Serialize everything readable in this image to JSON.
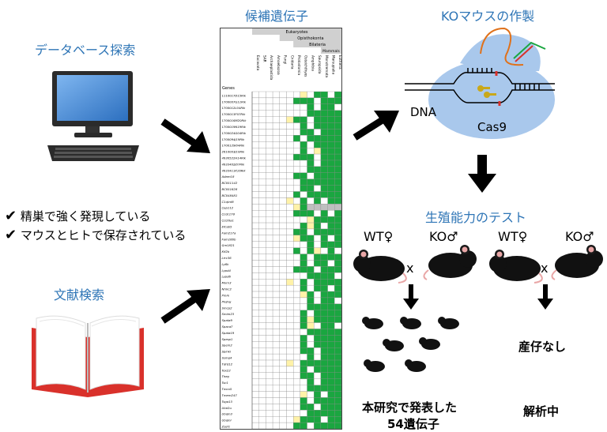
{
  "sections": {
    "database_search": "データベース探索",
    "literature_search": "文献検索",
    "candidate_genes": "候補遺伝子",
    "ko_mouse_production": "KOマウスの作製",
    "fertility_test": "生殖能力のテスト"
  },
  "criteria": [
    "精巣で強く発現している",
    "マウスとヒトで保存されている"
  ],
  "check_mark": "✔",
  "crispr": {
    "dna_label": "DNA",
    "enzyme_label": "Cas9"
  },
  "cross_left": {
    "female": "WT♀",
    "male": "KO♂",
    "cross": "x",
    "result": "本研究で発表した",
    "result_line2": "54遺伝子"
  },
  "cross_right": {
    "female": "WT♀",
    "male": "KO♂",
    "cross": "x",
    "result": "産仔なし",
    "status": "解析中"
  },
  "table": {
    "header_top": "Eukaryotes",
    "header_mid": "Opisthokonta",
    "header_low": "Bilateria",
    "header_mammals": "Mammals",
    "genes_label": "Genes",
    "columns": [
      "Excavata",
      "SAR",
      "Archaeplastida",
      "Amoebozoa",
      "Fungi",
      "Cnidaria",
      "Protostomia",
      "Osteichthyes",
      "Amphibia",
      "Sauropsida",
      "Monotremata",
      "Marsupialia",
      "Eutheria"
    ],
    "genes": [
      "1110017D15Rik",
      "1700007G11Rik",
      "1700012L04Rik",
      "1700013F07Rik",
      "1700016M20Rik",
      "1700019N19Rik",
      "1700024G04Rik",
      "1700094J19Rik",
      "1700129I04Rik",
      "2610003J10Rik",
      "4930522H14Rik",
      "4933402J07Rik",
      "4933411K16Rik",
      "Adam18",
      "BC051142",
      "BC051628",
      "BC048481",
      "C1qtnf8",
      "Cep112",
      "Ccdc178",
      "Ccl20a1",
      "Efcab5",
      "Fam217a",
      "Fam166b",
      "Gm1821",
      "Kif2b",
      "Lrrc36",
      "Ly6k",
      "Lypd4",
      "Lypd6",
      "Morn3",
      "Nhlrc2",
      "Pmrk",
      "Pkdrej",
      "Smcp2",
      "Smim23",
      "Spata9",
      "Spaca7",
      "Spata19",
      "Spesp1",
      "Spem2",
      "Spinkl",
      "Ssmg4",
      "Tdrd12",
      "Tex22",
      "Theg",
      "Tsc1",
      "Tmco5",
      "Tmem247",
      "Tsga13",
      "Ube2u",
      "Ubqln3",
      "Ubqlnl",
      "Zzef1"
    ]
  },
  "colors": {
    "title_blue": "#2e75b6",
    "green": "#1aa640",
    "yellow": "#fff2a8",
    "gray": "#bfbfbf",
    "cas9_blue": "#a9c8ec",
    "book_red": "#d9312b"
  }
}
